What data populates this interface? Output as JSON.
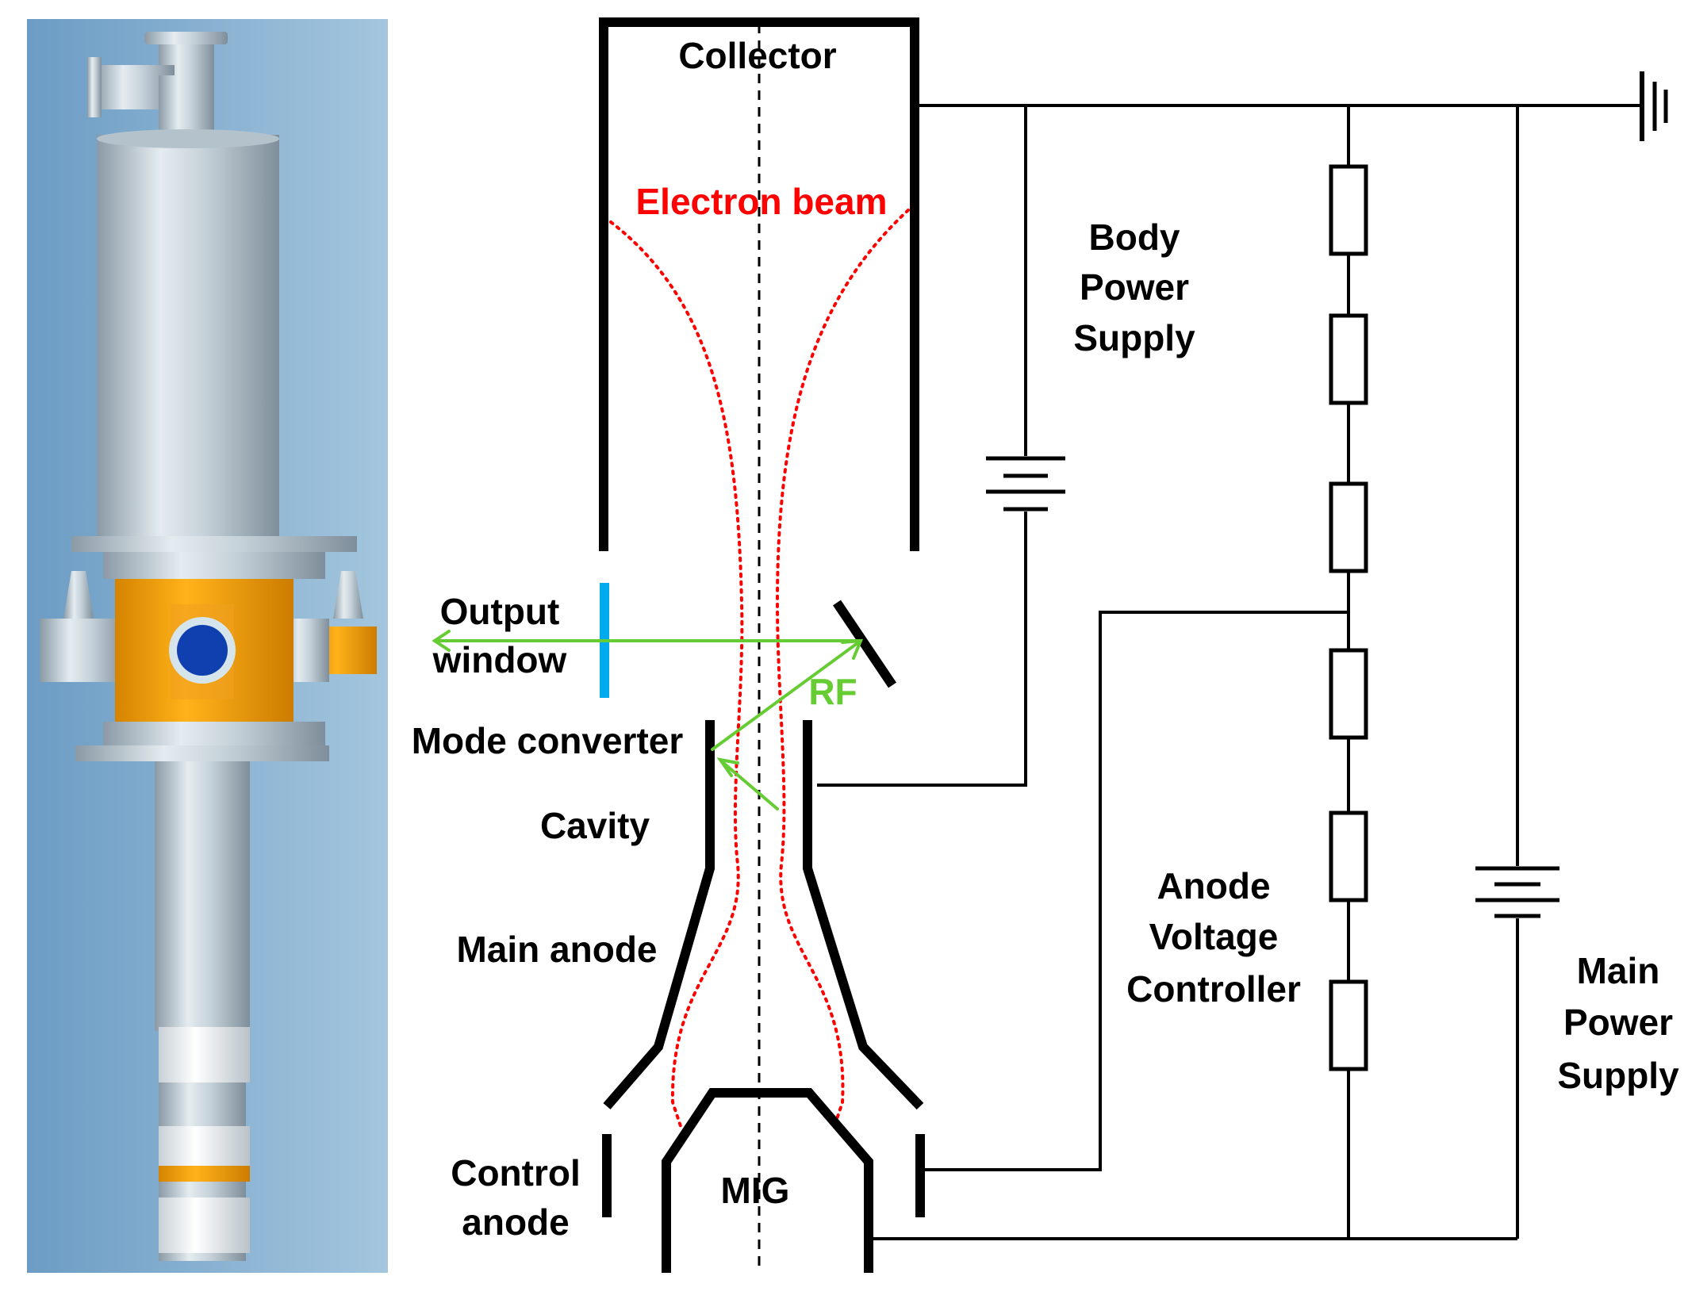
{
  "labels": {
    "collector": "Collector",
    "electron_beam": "Electron beam",
    "body_power_supply": [
      "Body",
      "Power",
      "Supply"
    ],
    "output_window": [
      "Output",
      "window"
    ],
    "rf": "RF",
    "mode_converter": "Mode converter",
    "cavity": "Cavity",
    "main_anode": "Main anode",
    "anode_voltage_controller": [
      "Anode",
      "Voltage",
      "Controller"
    ],
    "main_power_supply": [
      "Main",
      "Power",
      "Supply"
    ],
    "control_anode": [
      "Control",
      "anode"
    ],
    "mig": "MIG"
  },
  "colors": {
    "beam": "#ff0000",
    "rf_arrow": "#66cc33",
    "output_window": "#00aaee",
    "tube_orange": "#f5a000",
    "viewport_blue": "#1040b0",
    "background_blue": "#78a8cc"
  }
}
